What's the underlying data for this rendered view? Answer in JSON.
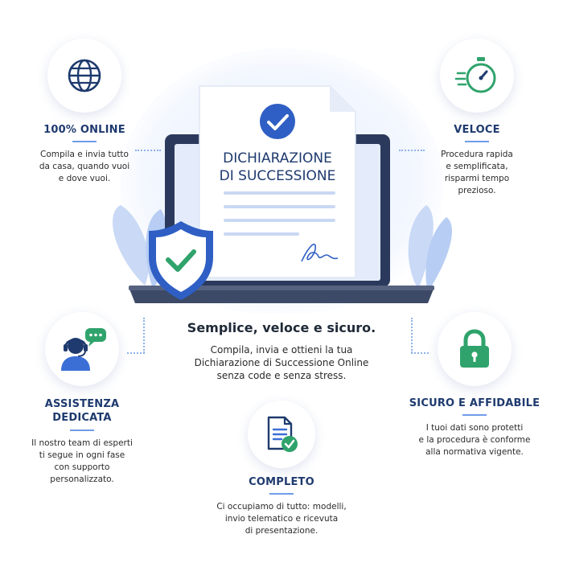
{
  "document": {
    "title_line1": "DICHIARAZIONE",
    "title_line2": "DI SUCCESSIONE"
  },
  "center": {
    "headline": "Semplice, veloce e sicuro.",
    "desc_line1": "Compila, invia e ottieni la tua",
    "desc_line2": "Dichiarazione di Successione Online",
    "desc_line3": "senza code e senza stress."
  },
  "features": {
    "online": {
      "title": "100% ONLINE",
      "lines": [
        "Compila e invia tutto",
        "da casa, quando vuoi",
        "e dove vuoi."
      ],
      "icon": "globe-icon"
    },
    "veloce": {
      "title": "VELOCE",
      "lines": [
        "Procedura rapida",
        "e semplificata,",
        "risparmi tempo",
        "prezioso."
      ],
      "icon": "stopwatch-icon"
    },
    "assistenza": {
      "title_line1": "ASSISTENZA",
      "title_line2": "DEDICATA",
      "lines": [
        "Il nostro team di esperti",
        "ti segue in ogni fase",
        "con supporto",
        "personalizzato."
      ],
      "icon": "support-agent-icon"
    },
    "sicuro": {
      "title": "SICURO E AFFIDABILE",
      "lines": [
        "I tuoi dati sono protetti",
        "e la procedura è conforme",
        "alla normativa vigente."
      ],
      "icon": "padlock-icon"
    },
    "completo": {
      "title": "COMPLETO",
      "lines": [
        "Ci occupiamo di tutto: modelli,",
        "invio telematico e ricevuta",
        "di presentazione."
      ],
      "icon": "document-check-icon"
    }
  },
  "colors": {
    "navy": "#1e3a6e",
    "accent_blue": "#3b6fd6",
    "green": "#2fa36b",
    "light_blue": "#eaf1fd"
  }
}
